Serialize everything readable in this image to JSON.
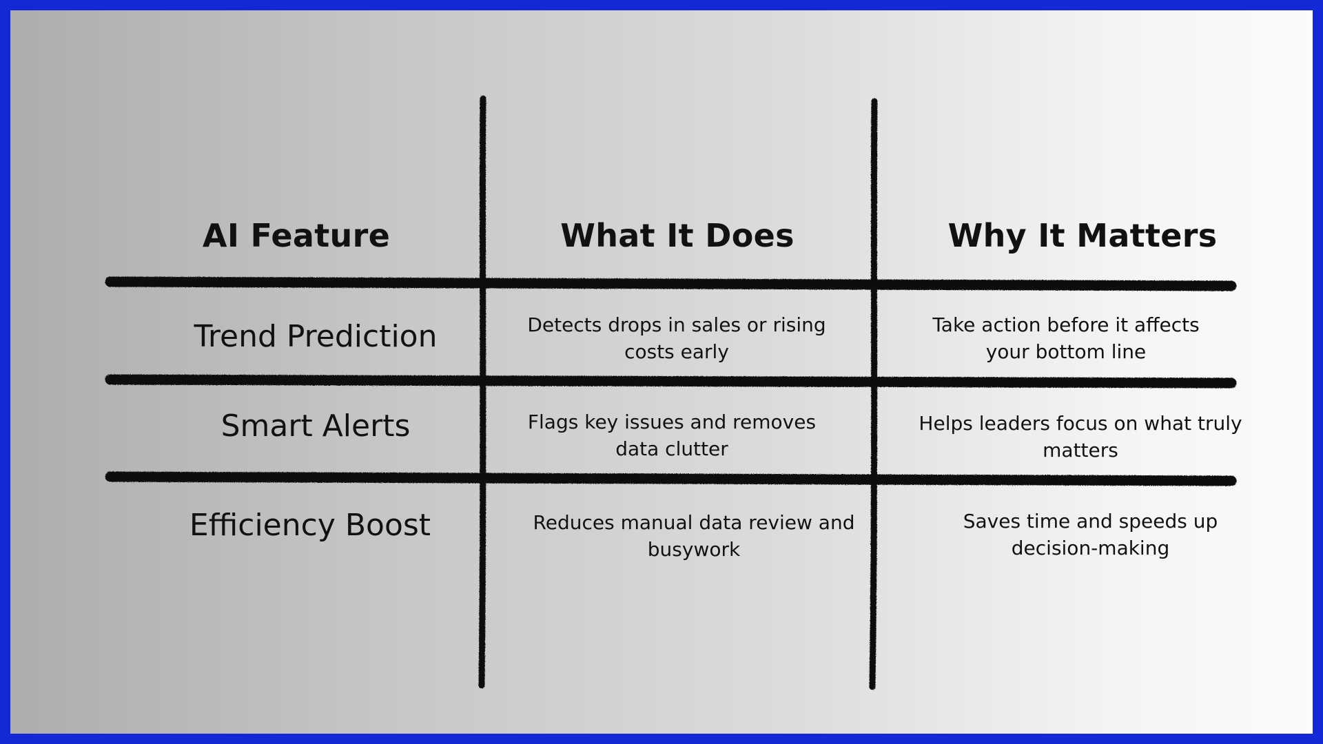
{
  "frame_color": "#1329d6",
  "line_color": "#111111",
  "headers": {
    "feature": "AI Feature",
    "does": "What It Does",
    "matters": "Why It Matters"
  },
  "rows": [
    {
      "feature": "Trend Prediction",
      "does": "Detects drops in sales or rising costs early",
      "matters": "Take action before it affects your bottom line"
    },
    {
      "feature": "Smart Alerts",
      "does": "Flags key issues and removes data clutter",
      "matters": "Helps leaders focus on what truly matters"
    },
    {
      "feature": "Efficiency Boost",
      "does": "Reduces manual data review and busywork",
      "matters": "Saves time and speeds up decision-making"
    }
  ]
}
